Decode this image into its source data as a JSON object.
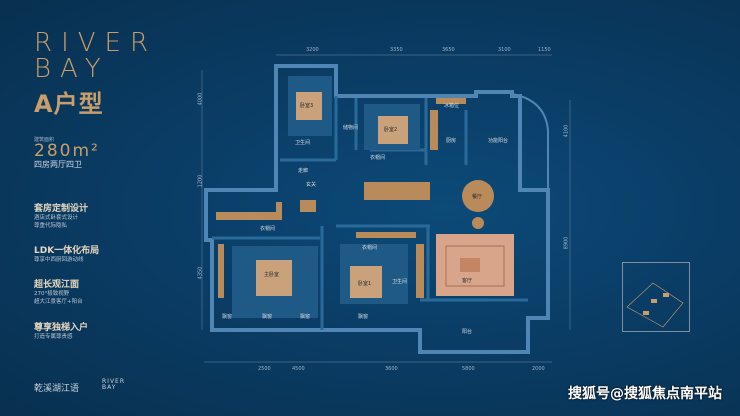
{
  "brand": {
    "line1": "RIVER",
    "line2": "BAY",
    "unit_type": "A户型"
  },
  "area": {
    "label": "建筑面积",
    "value": "280",
    "unit": "m²",
    "layout": "四房两厅四卫"
  },
  "features": [
    {
      "title": "套房定制设计",
      "lines": [
        "酒店式卧套式设计",
        "尊重代际隐私"
      ]
    },
    {
      "title": "LDK一体化布局",
      "lines": [
        "尊享中西厨回游动线"
      ]
    },
    {
      "title": "超长观江面",
      "lines": [
        "270°极致视野",
        "超大江景客厅+阳台"
      ]
    },
    {
      "title": "尊享独梯入户",
      "lines": [
        "打造专属尊贵感"
      ]
    }
  ],
  "dims_top": [
    "3200",
    "3350",
    "3650",
    "3100",
    "1150"
  ],
  "dims_bottom": [
    "2500",
    "4500",
    "3600",
    "5800",
    "2000"
  ],
  "dims_left": [
    "4000",
    "1200",
    "4350"
  ],
  "dims_right": [
    "4100",
    "8900"
  ],
  "rooms": {
    "bed3": "卧室3",
    "bath1": "卫生间",
    "bed2": "卧室2",
    "storage": "储物间",
    "closet": "衣帽间",
    "kitchen": "厨房",
    "balcony_top": "功能阳台",
    "corridor": "走廊",
    "hall": "玄关",
    "dining": "餐厅",
    "cloak": "衣帽间",
    "master": "主卧室",
    "closet2": "衣帽间",
    "bed1": "卧室1",
    "bath2": "卫生间",
    "living": "客厅",
    "balcony_bottom": "阳台",
    "bay1": "飘窗",
    "bay2": "飘窗",
    "bay3": "飘窗",
    "bay4": "飘窗",
    "fridge": "冰箱位"
  },
  "footer": {
    "developer": "乾溪湖江语",
    "brand_line1": "RIVER",
    "brand_line2": "BAY"
  },
  "watermark": "搜狐号@搜狐焦点南平站",
  "colors": {
    "background": "#0a3d66",
    "gold": "#c89e6a",
    "wall": "#1d5a85",
    "floor": "#d9a58a",
    "wood": "#b98a5a"
  }
}
